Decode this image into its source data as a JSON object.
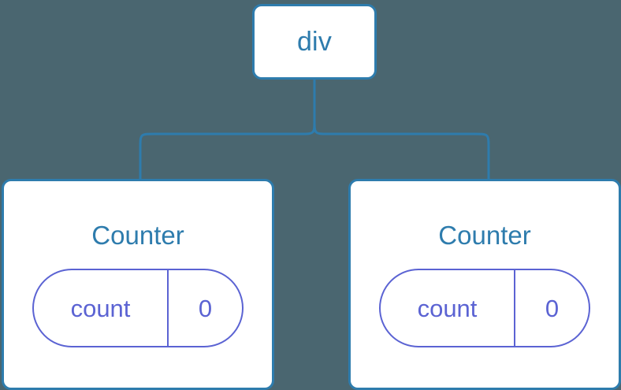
{
  "diagram": {
    "type": "component-tree",
    "background_color": "#4a6670",
    "node_border_color": "#2e7cad",
    "node_fill_color": "#ffffff",
    "connector_color": "#2e7cad",
    "state_color": "#5b63d3",
    "root": {
      "label": "div"
    },
    "children": [
      {
        "title": "Counter",
        "state": {
          "key": "count",
          "value": "0"
        }
      },
      {
        "title": "Counter",
        "state": {
          "key": "count",
          "value": "0"
        }
      }
    ]
  }
}
